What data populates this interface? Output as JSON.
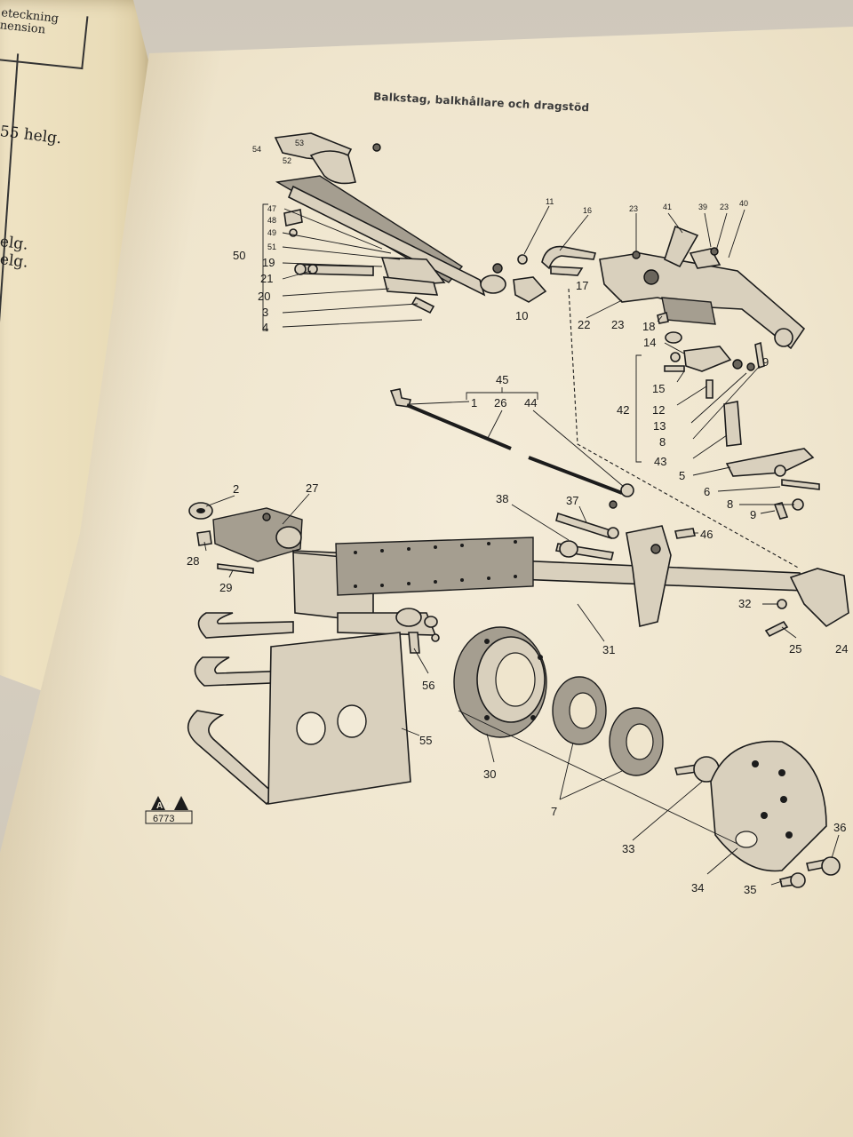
{
  "left_page": {
    "header_line1": "eteckning",
    "header_line2": "nension",
    "text_1": "55 helg.",
    "text_2": "elg.",
    "text_3": "elg."
  },
  "page": {
    "title": "Balkstag, balkhållare och dragstöd"
  },
  "logo": {
    "mark": "AVA",
    "number": "6773"
  },
  "callouts": {
    "c2": "2",
    "c27": "27",
    "c28": "28",
    "c29": "29",
    "c38": "38",
    "c37": "37",
    "c46": "46",
    "c31": "31",
    "c32": "32",
    "c25": "25",
    "c24": "24",
    "c56": "56",
    "c55": "55",
    "c30": "30",
    "c7": "7",
    "c33": "33",
    "c34": "34",
    "c35": "35",
    "c36": "36",
    "c45": "45",
    "c1": "1",
    "c26": "26",
    "c44": "44",
    "c5": "5",
    "c6": "6",
    "c8a": "8",
    "c9a": "9",
    "c42": "42",
    "c43": "43",
    "c8b": "8",
    "c13": "13",
    "c12": "12",
    "c15": "15",
    "c14": "14",
    "c9b": "9",
    "c18": "18",
    "c22": "22",
    "c23a": "23",
    "c23b": "23",
    "c41": "41",
    "c39": "39",
    "c23c": "23",
    "c40": "40",
    "c11": "11",
    "c16": "16",
    "c17": "17",
    "c10": "10",
    "c50": "50",
    "c47": "47",
    "c48": "48",
    "c49": "49",
    "c51": "51",
    "c19": "19",
    "c21": "21",
    "c20": "20",
    "c3": "3",
    "c4": "4",
    "c54": "54",
    "c52": "52",
    "c53": "53"
  }
}
